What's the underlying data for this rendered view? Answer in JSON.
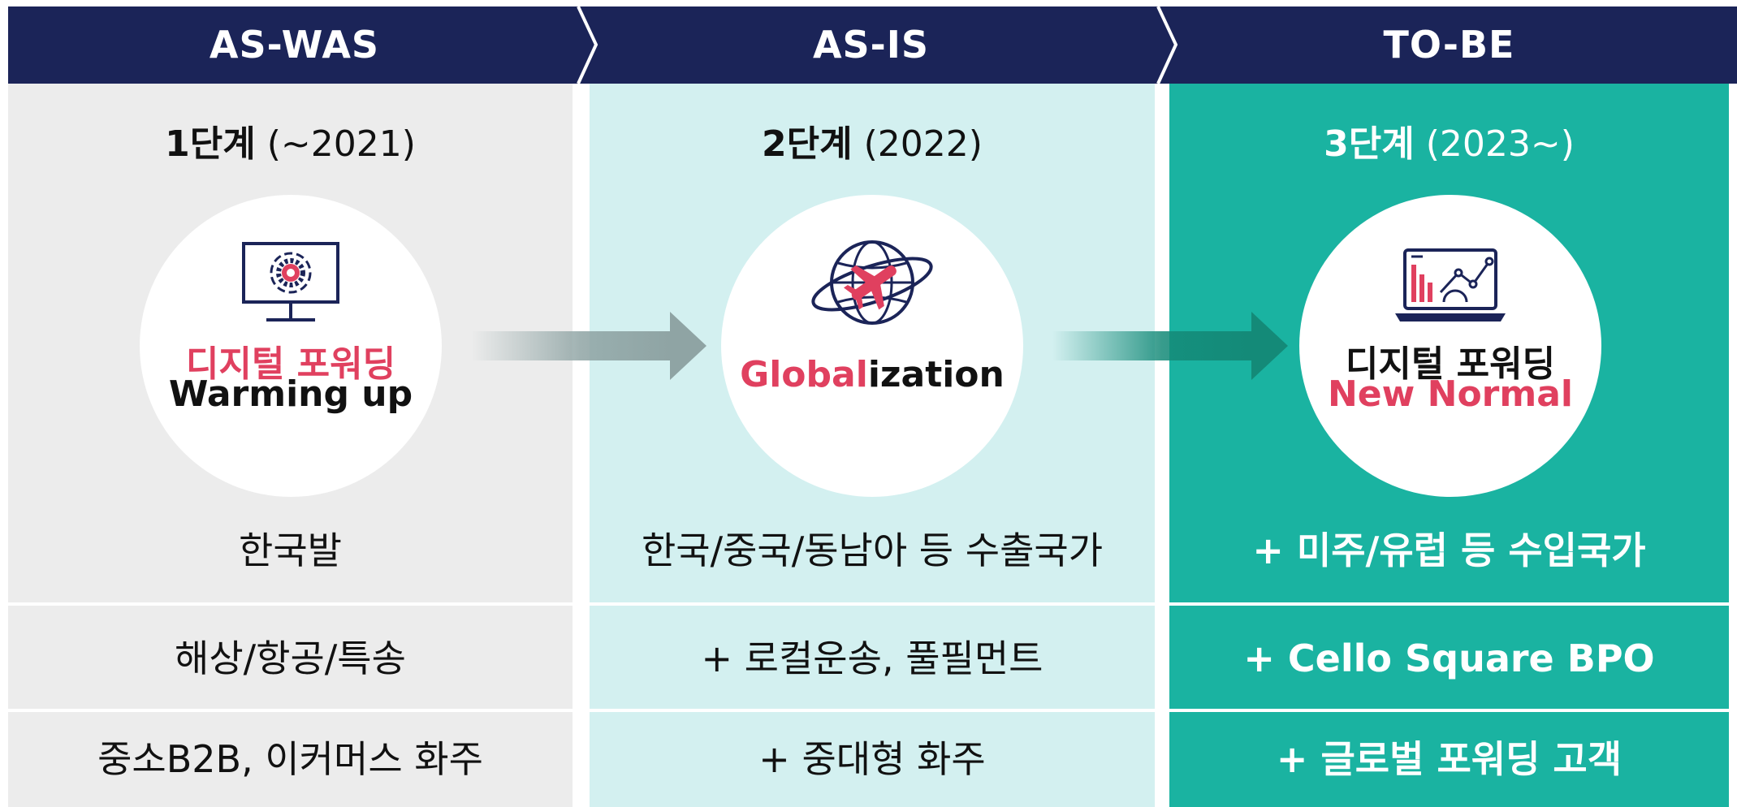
{
  "headers": [
    "AS-WAS",
    "AS-IS",
    "TO-BE"
  ],
  "stages": [
    {
      "label": "1단계",
      "period": "(~2021)",
      "icon": "monitor-gear-icon",
      "title_line1": "디지털 포워딩",
      "title_line2": "Warming up",
      "rows": [
        "한국발",
        "해상/항공/특송",
        "중소B2B, 이커머스 화주"
      ]
    },
    {
      "label": "2단계",
      "period": "(2022)",
      "icon": "globe-airplane-icon",
      "title_highlight": "Global",
      "title_rest": "ization",
      "rows": [
        "한국/중국/동남아 등 수출국가",
        "+ 로컬운송, 풀필먼트",
        "+ 중대형 화주"
      ]
    },
    {
      "label": "3단계",
      "period": "(2023~)",
      "icon": "laptop-analytics-icon",
      "title_line1": "디지털 포워딩",
      "title_line2": "New Normal",
      "rows": [
        "+ 미주/유럽 등 수입국가",
        "+ Cello Square BPO",
        "+ 글로벌 포워딩 고객"
      ]
    }
  ],
  "colors": {
    "header_bg": "#1b2458",
    "col1_bg": "#ececec",
    "col2_bg": "#d3f0f0",
    "col3_bg": "#1ab3a1",
    "accent_pink": "#e0405f",
    "arrow1": "#8fa4a4",
    "arrow2": "#148a78"
  }
}
